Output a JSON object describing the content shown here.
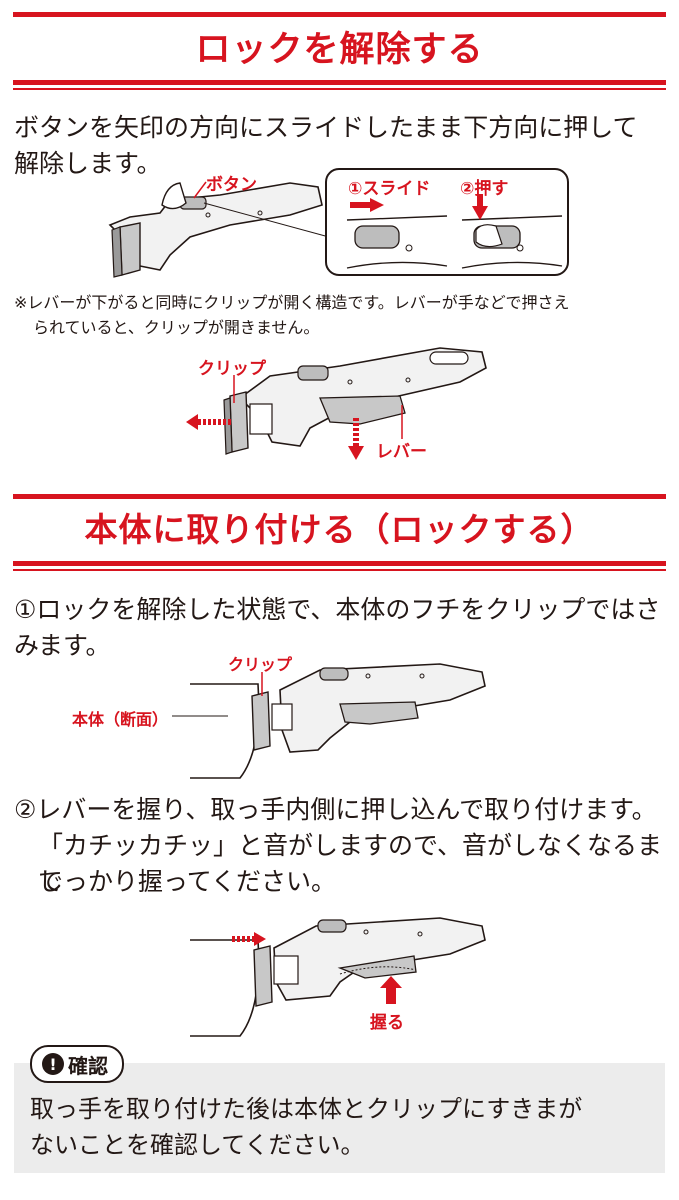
{
  "section1": {
    "title": "ロックを解除する",
    "instruction_line1": "ボタンを矢印の方向にスライドしたまま下方向に押して",
    "instruction_line2": "解除します。",
    "label_button": "ボタン",
    "label_slide": "①スライド",
    "label_push": "②押す",
    "note_line1": "※レバーが下がると同時にクリップが開く構造です。レバーが手などで押さえ",
    "note_line2": "られていると、クリップが開きません。",
    "label_clip": "クリップ",
    "label_lever": "レバー"
  },
  "section2": {
    "title": "本体に取り付ける（ロックする）",
    "step1_line1": "①ロックを解除した状態で、本体のフチをクリップではさみ",
    "step1_line2": "ます。",
    "label_clip": "クリップ",
    "label_body": "本体（断面）",
    "step2_line1": "②レバーを握り、取っ手内側に押し込んで取り付けます。",
    "step2_line2": "「カチッカチッ」と音がしますので、音がしなくなるまで",
    "step2_line3": "しっかり握ってください。",
    "label_grip": "握る"
  },
  "confirm": {
    "icon": "exclamation-circle-icon",
    "label": "確認",
    "line1": "取っ手を取り付けた後は本体とクリップにすきまが",
    "line2": "ないことを確認してください。"
  },
  "colors": {
    "accent": "#d7141f",
    "text": "#231815",
    "box": "#ececec"
  }
}
